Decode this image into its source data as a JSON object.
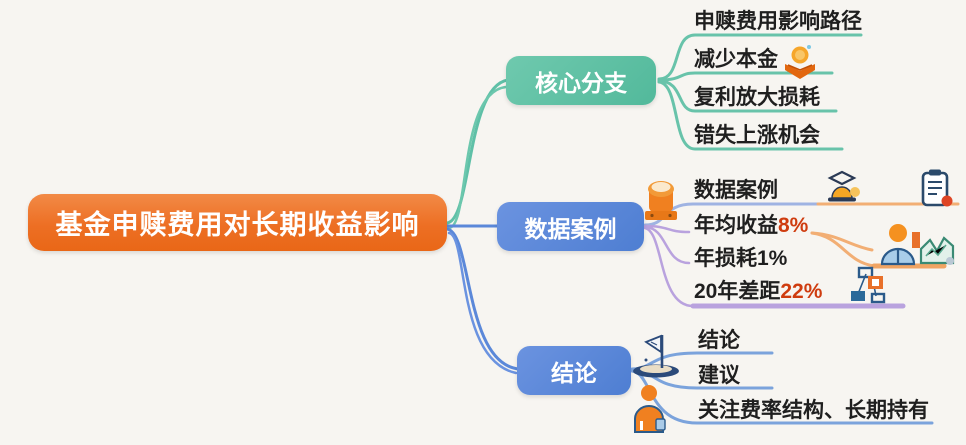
{
  "root": {
    "label": "基金申赎费用对长期收益影响",
    "color": "#ed6f24"
  },
  "branches": [
    {
      "label": "核心分支",
      "color": "#5fc0a7",
      "children": [
        {
          "text": "申赎费用影响路径"
        },
        {
          "text": "减少本金",
          "icon": "hands-coin-icon"
        },
        {
          "text": "复利放大损耗"
        },
        {
          "text": "错失上涨机会"
        }
      ]
    },
    {
      "label": "数据案例",
      "color": "#5b88d9",
      "children": [
        {
          "text": "数据案例",
          "icons": "money-pot-icon, bell-icon, clipboard-pin-icon"
        },
        {
          "text": "年均收益",
          "highlight": "8%",
          "icons": "person-icon, mountain-chart-icon"
        },
        {
          "text": "年损耗1%"
        },
        {
          "text": "20年差距",
          "highlight": "22%",
          "icon": "flowchart-icon"
        }
      ]
    },
    {
      "label": "结论",
      "color": "#5b88d9",
      "children": [
        {
          "text": "结论",
          "icon": "inkwell-pen-icon"
        },
        {
          "text": "建议"
        },
        {
          "text": "关注费率结构、长期持有",
          "icon": "person-badge-icon"
        }
      ]
    }
  ],
  "colors": {
    "highlight_text": "#cf3c0f",
    "teal_line": "#68c3aa",
    "blue_line": "#5b88d9",
    "child_blue_line": "#7ba3dc",
    "purple_line": "#b9a2de",
    "lavender_line": "#9fb3e2",
    "orange_line": "#f2ae74"
  }
}
